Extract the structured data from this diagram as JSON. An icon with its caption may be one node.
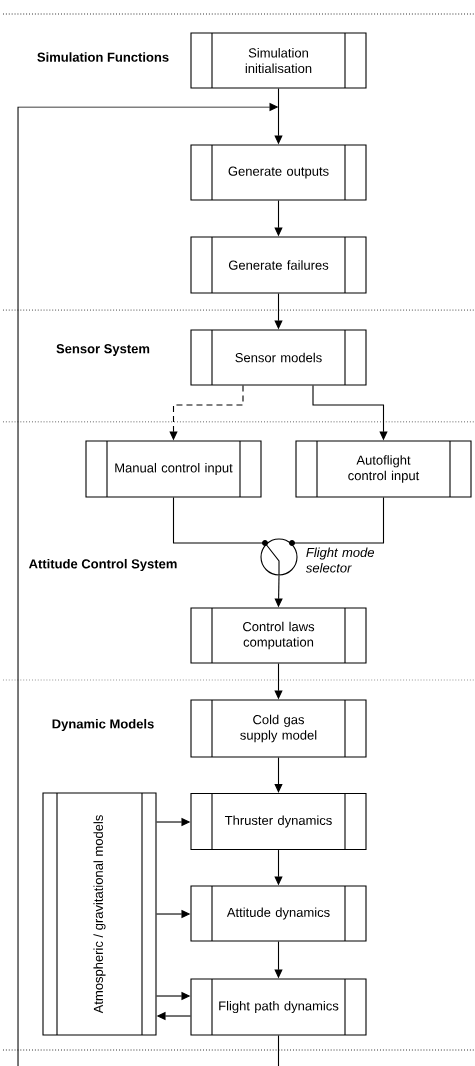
{
  "diagram": {
    "nodes": [
      {
        "text": [
          "Simulation initialisation"
        ]
      },
      {
        "text": [
          "Generate outputs"
        ]
      },
      {
        "text": [
          "Generate failures"
        ]
      },
      {
        "text": [
          "Sensor models"
        ]
      },
      {
        "text": [
          "Manual control input"
        ]
      },
      {
        "text": [
          "Autoflight control input"
        ]
      },
      {
        "text": [],
        "shape": "circle",
        "beside": [
          "Flight mode selector"
        ]
      },
      {
        "text": [
          "Control laws computation"
        ]
      },
      {
        "text": [
          "Cold gas supply model"
        ]
      },
      {
        "text": [
          "Thruster dynamics"
        ]
      },
      {
        "text": [
          "Attitude dynamics"
        ]
      },
      {
        "text": [
          "Flight path dynamics"
        ]
      },
      {
        "text": [
          "Atmospheric / gravitational models"
        ]
      }
    ],
    "edges": [
      {
        "from": 0,
        "to": 1,
        "arrow": "to"
      },
      {
        "from": 1,
        "to": 2,
        "arrow": "to"
      },
      {
        "from": 2,
        "to": 3,
        "arrow": "to"
      },
      {
        "from": 3,
        "to": 4,
        "arrow": "to",
        "style": "dashed"
      },
      {
        "from": 3,
        "to": 5,
        "arrow": "to"
      },
      {
        "from": 4,
        "to": 6,
        "arrow": "none"
      },
      {
        "from": 5,
        "to": 6,
        "arrow": "none"
      },
      {
        "from": 6,
        "to": 7,
        "arrow": "to"
      },
      {
        "from": 7,
        "to": 8,
        "arrow": "to"
      },
      {
        "from": 8,
        "to": 9,
        "arrow": "to"
      },
      {
        "from": 9,
        "to": 10,
        "arrow": "to"
      },
      {
        "from": 10,
        "to": 11,
        "arrow": "to"
      },
      {
        "from": 12,
        "to": 9,
        "arrow": "to"
      },
      {
        "from": 12,
        "to": 10,
        "arrow": "to"
      },
      {
        "from": 12,
        "to": 11,
        "arrow": "to"
      },
      {
        "from": 11,
        "to": 12,
        "arrow": "to"
      },
      {
        "from": 11,
        "to": null,
        "arrow": "none"
      },
      {
        "from": null,
        "to": 1,
        "arrow": "to"
      }
    ],
    "labels": [
      "Simulation Functions",
      "Sensor System",
      "Attitude Control System",
      "Dynamic Models"
    ]
  }
}
